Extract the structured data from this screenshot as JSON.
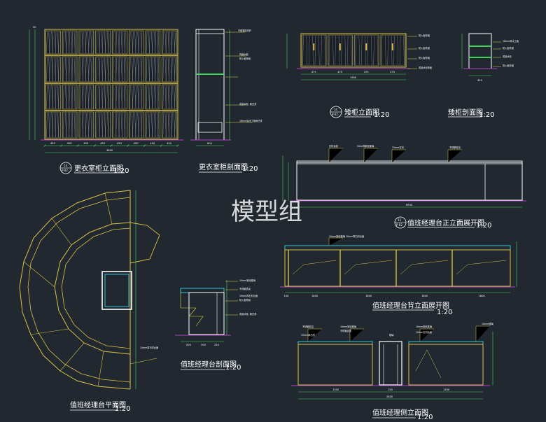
{
  "watermark": "模型组",
  "colors": {
    "background": "#212830",
    "cabinet_line": "#d8c24a",
    "dimension": "#3cd45a",
    "leader": "#e0d84a",
    "section_outline": "#ffffff",
    "glass": "#36c4d6",
    "floor_line": "#b041c4",
    "wood_texture": "#9aa3ab"
  },
  "drawings": [
    {
      "id": "locker-elevation",
      "title": "更衣室柜立面图",
      "scale": "1:20",
      "tag_top": "13",
      "tag_bottom": "P-02",
      "dims_bottom": [
        "450",
        "450",
        "450",
        "450",
        "450",
        "450",
        "450",
        "450"
      ],
      "total": "3600"
    },
    {
      "id": "locker-section",
      "title": "更衣室柜剖面图",
      "scale": "1:20",
      "total": "600"
    },
    {
      "id": "low-cabinet-elevation",
      "title": "矮柜立面图",
      "scale": "1:20",
      "tag_top": "14",
      "tag_bottom": "P-02",
      "dims_bottom": [
        "475",
        "475",
        "475",
        "475"
      ],
      "total": "1900"
    },
    {
      "id": "low-cabinet-section",
      "title": "矮柜剖面图",
      "scale": "1:20",
      "total": "450"
    },
    {
      "id": "desk-front-unfold",
      "title": "值班经理台正立面展开图",
      "scale": "1:20",
      "tag_top": "15",
      "tag_bottom": "P-02",
      "total": "6930"
    },
    {
      "id": "desk-back-unfold",
      "title": "值班经理台背立面展开图",
      "scale": "1:20",
      "dims_bottom": [
        "100",
        "1800",
        "1800",
        "1800",
        "1600"
      ]
    },
    {
      "id": "desk-plan",
      "title": "值班经理台平面图",
      "scale": "1:20"
    },
    {
      "id": "desk-section",
      "title": "值班经理台剖面图",
      "scale": "1:20",
      "dims_bottom": [
        "500",
        "300",
        "250"
      ]
    },
    {
      "id": "desk-side",
      "title": "值班经理侧立面图",
      "scale": "1:20",
      "dims_bottom": [
        "1300",
        "150",
        "1300"
      ],
      "total": "2600"
    }
  ]
}
